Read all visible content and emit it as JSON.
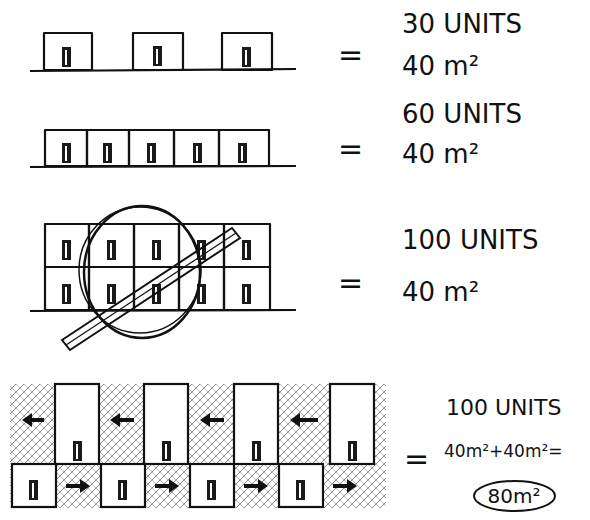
{
  "diagram": {
    "nodes": [
      {
        "text": [
          "80m²"
        ]
      }
    ],
    "labels": [
      "=",
      "30 UNITS",
      "40 m²",
      "=",
      "60 UNITS",
      "40 m²",
      "=",
      "100 UNITS",
      "40 m²",
      "=",
      "100 UNITS",
      "40m²+40m²="
    ]
  }
}
